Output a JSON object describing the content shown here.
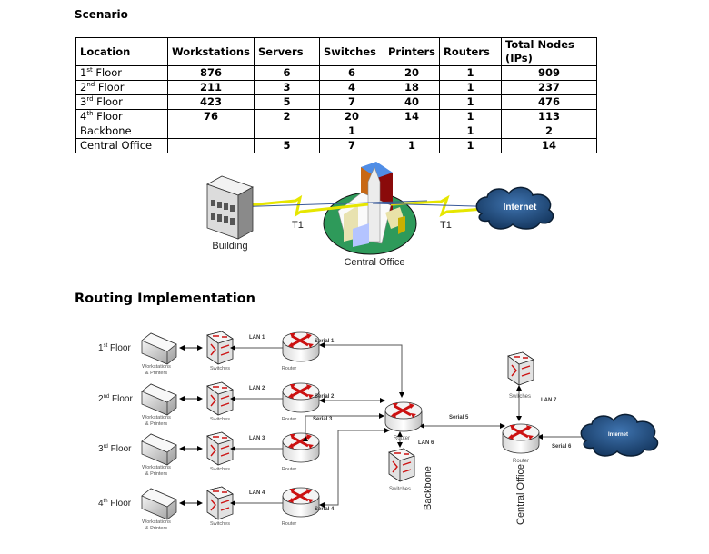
{
  "scenario": {
    "title": "Scenario",
    "columns": [
      "Location",
      "Workstations",
      "Servers",
      "Switches",
      "Printers",
      "Routers",
      "Total Nodes (IPs)"
    ],
    "rows": [
      {
        "location": "1",
        "sup": "st",
        "suffix": " Floor",
        "workstations": "876",
        "servers": "6",
        "switches": "6",
        "printers": "20",
        "routers": "1",
        "total": "909"
      },
      {
        "location": "2",
        "sup": "nd",
        "suffix": " Floor",
        "workstations": "211",
        "servers": "3",
        "switches": "4",
        "printers": "18",
        "routers": "1",
        "total": "237"
      },
      {
        "location": "3",
        "sup": "rd",
        "suffix": " Floor",
        "workstations": "423",
        "servers": "5",
        "switches": "7",
        "printers": "40",
        "routers": "1",
        "total": "476"
      },
      {
        "location": "4",
        "sup": "th",
        "suffix": " Floor",
        "workstations": "76",
        "servers": "2",
        "switches": "20",
        "printers": "14",
        "routers": "1",
        "total": "113"
      },
      {
        "location": "Backbone",
        "sup": "",
        "suffix": "",
        "workstations": "",
        "servers": "",
        "switches": "1",
        "printers": "",
        "routers": "1",
        "total": "2"
      },
      {
        "location": "Central Office",
        "sup": "",
        "suffix": "",
        "workstations": "",
        "servers": "5",
        "switches": "7",
        "printers": "1",
        "routers": "1",
        "total": "14"
      }
    ]
  },
  "wan_diagram": {
    "building_label": "Building",
    "central_office_label": "Central Office",
    "internet_label": "Internet",
    "link_left": "T1",
    "link_right": "T1"
  },
  "routing": {
    "title": "Routing Implementation",
    "floors": [
      {
        "num": "1",
        "sup": "st",
        "suffix": " Floor",
        "lan": "LAN 1",
        "serial": "Serial 1"
      },
      {
        "num": "2",
        "sup": "nd",
        "suffix": " Floor",
        "lan": "LAN 2",
        "serial": "Serial 2"
      },
      {
        "num": "3",
        "sup": "rd",
        "suffix": " Floor",
        "lan": "LAN 3",
        "serial": "Serial 3"
      },
      {
        "num": "4",
        "sup": "th",
        "suffix": " Floor",
        "lan": "LAN 4",
        "serial": "Serial 4"
      }
    ],
    "ws_label_1": "Workstations",
    "ws_label_2": "& Printers",
    "switch_label": "Switches",
    "router_label": "Router",
    "backbone_label": "Backbone",
    "central_office_label": "Central Office",
    "internet_label": "Internet",
    "serial5": "Serial 5",
    "serial6": "Serial 6",
    "lan6": "LAN 6",
    "lan7": "LAN 7"
  },
  "colors": {
    "arrow_red": "#cc1111",
    "cloud": "#1f4e79",
    "link_yellow": "#f2f200",
    "ellipse_green": "#2e9a5a"
  }
}
